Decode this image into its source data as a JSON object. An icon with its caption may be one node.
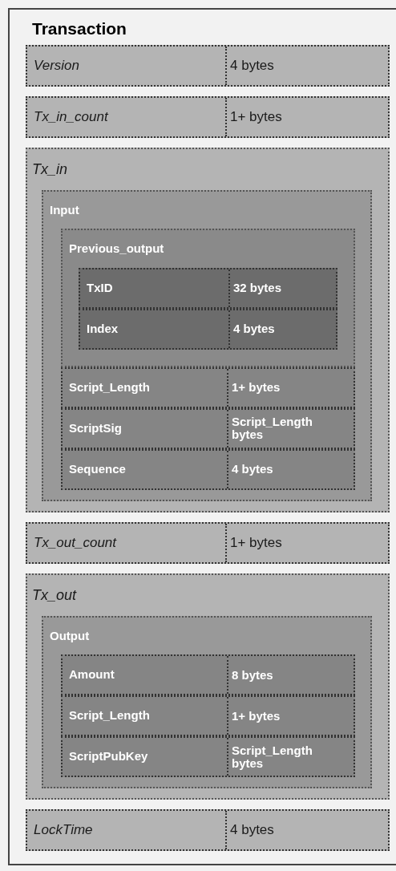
{
  "diagram": {
    "nodes": [
      {
        "text": [
          "Transaction"
        ]
      },
      {
        "text": [
          "Version",
          "4 bytes"
        ],
        "in": 0
      },
      {
        "text": [
          "Tx_in_count",
          "1+ bytes"
        ],
        "in": 0
      },
      {
        "text": [
          "Tx_in"
        ],
        "in": 0
      },
      {
        "text": [
          "Input"
        ],
        "in": 3
      },
      {
        "text": [
          "Previous_output"
        ],
        "in": 4
      },
      {
        "text": [
          "TxID",
          "32 bytes"
        ],
        "in": 5
      },
      {
        "text": [
          "Index",
          "4 bytes"
        ],
        "in": 5
      },
      {
        "text": [
          "Script_Length",
          "1+ bytes"
        ],
        "in": 4
      },
      {
        "text": [
          "ScriptSig",
          "Script_Length bytes"
        ],
        "in": 4
      },
      {
        "text": [
          "Sequence",
          "4 bytes"
        ],
        "in": 4
      },
      {
        "text": [
          "Tx_out_count",
          "1+ bytes"
        ],
        "in": 0
      },
      {
        "text": [
          "Tx_out"
        ],
        "in": 0
      },
      {
        "text": [
          "Output"
        ],
        "in": 12
      },
      {
        "text": [
          "Amount",
          "8 bytes"
        ],
        "in": 13
      },
      {
        "text": [
          "Script_Length",
          "1+ bytes"
        ],
        "in": 13
      },
      {
        "text": [
          "ScriptPubKey",
          "Script_Length bytes"
        ],
        "in": 13
      },
      {
        "text": [
          "LockTime",
          "4 bytes"
        ],
        "in": 0
      }
    ]
  }
}
